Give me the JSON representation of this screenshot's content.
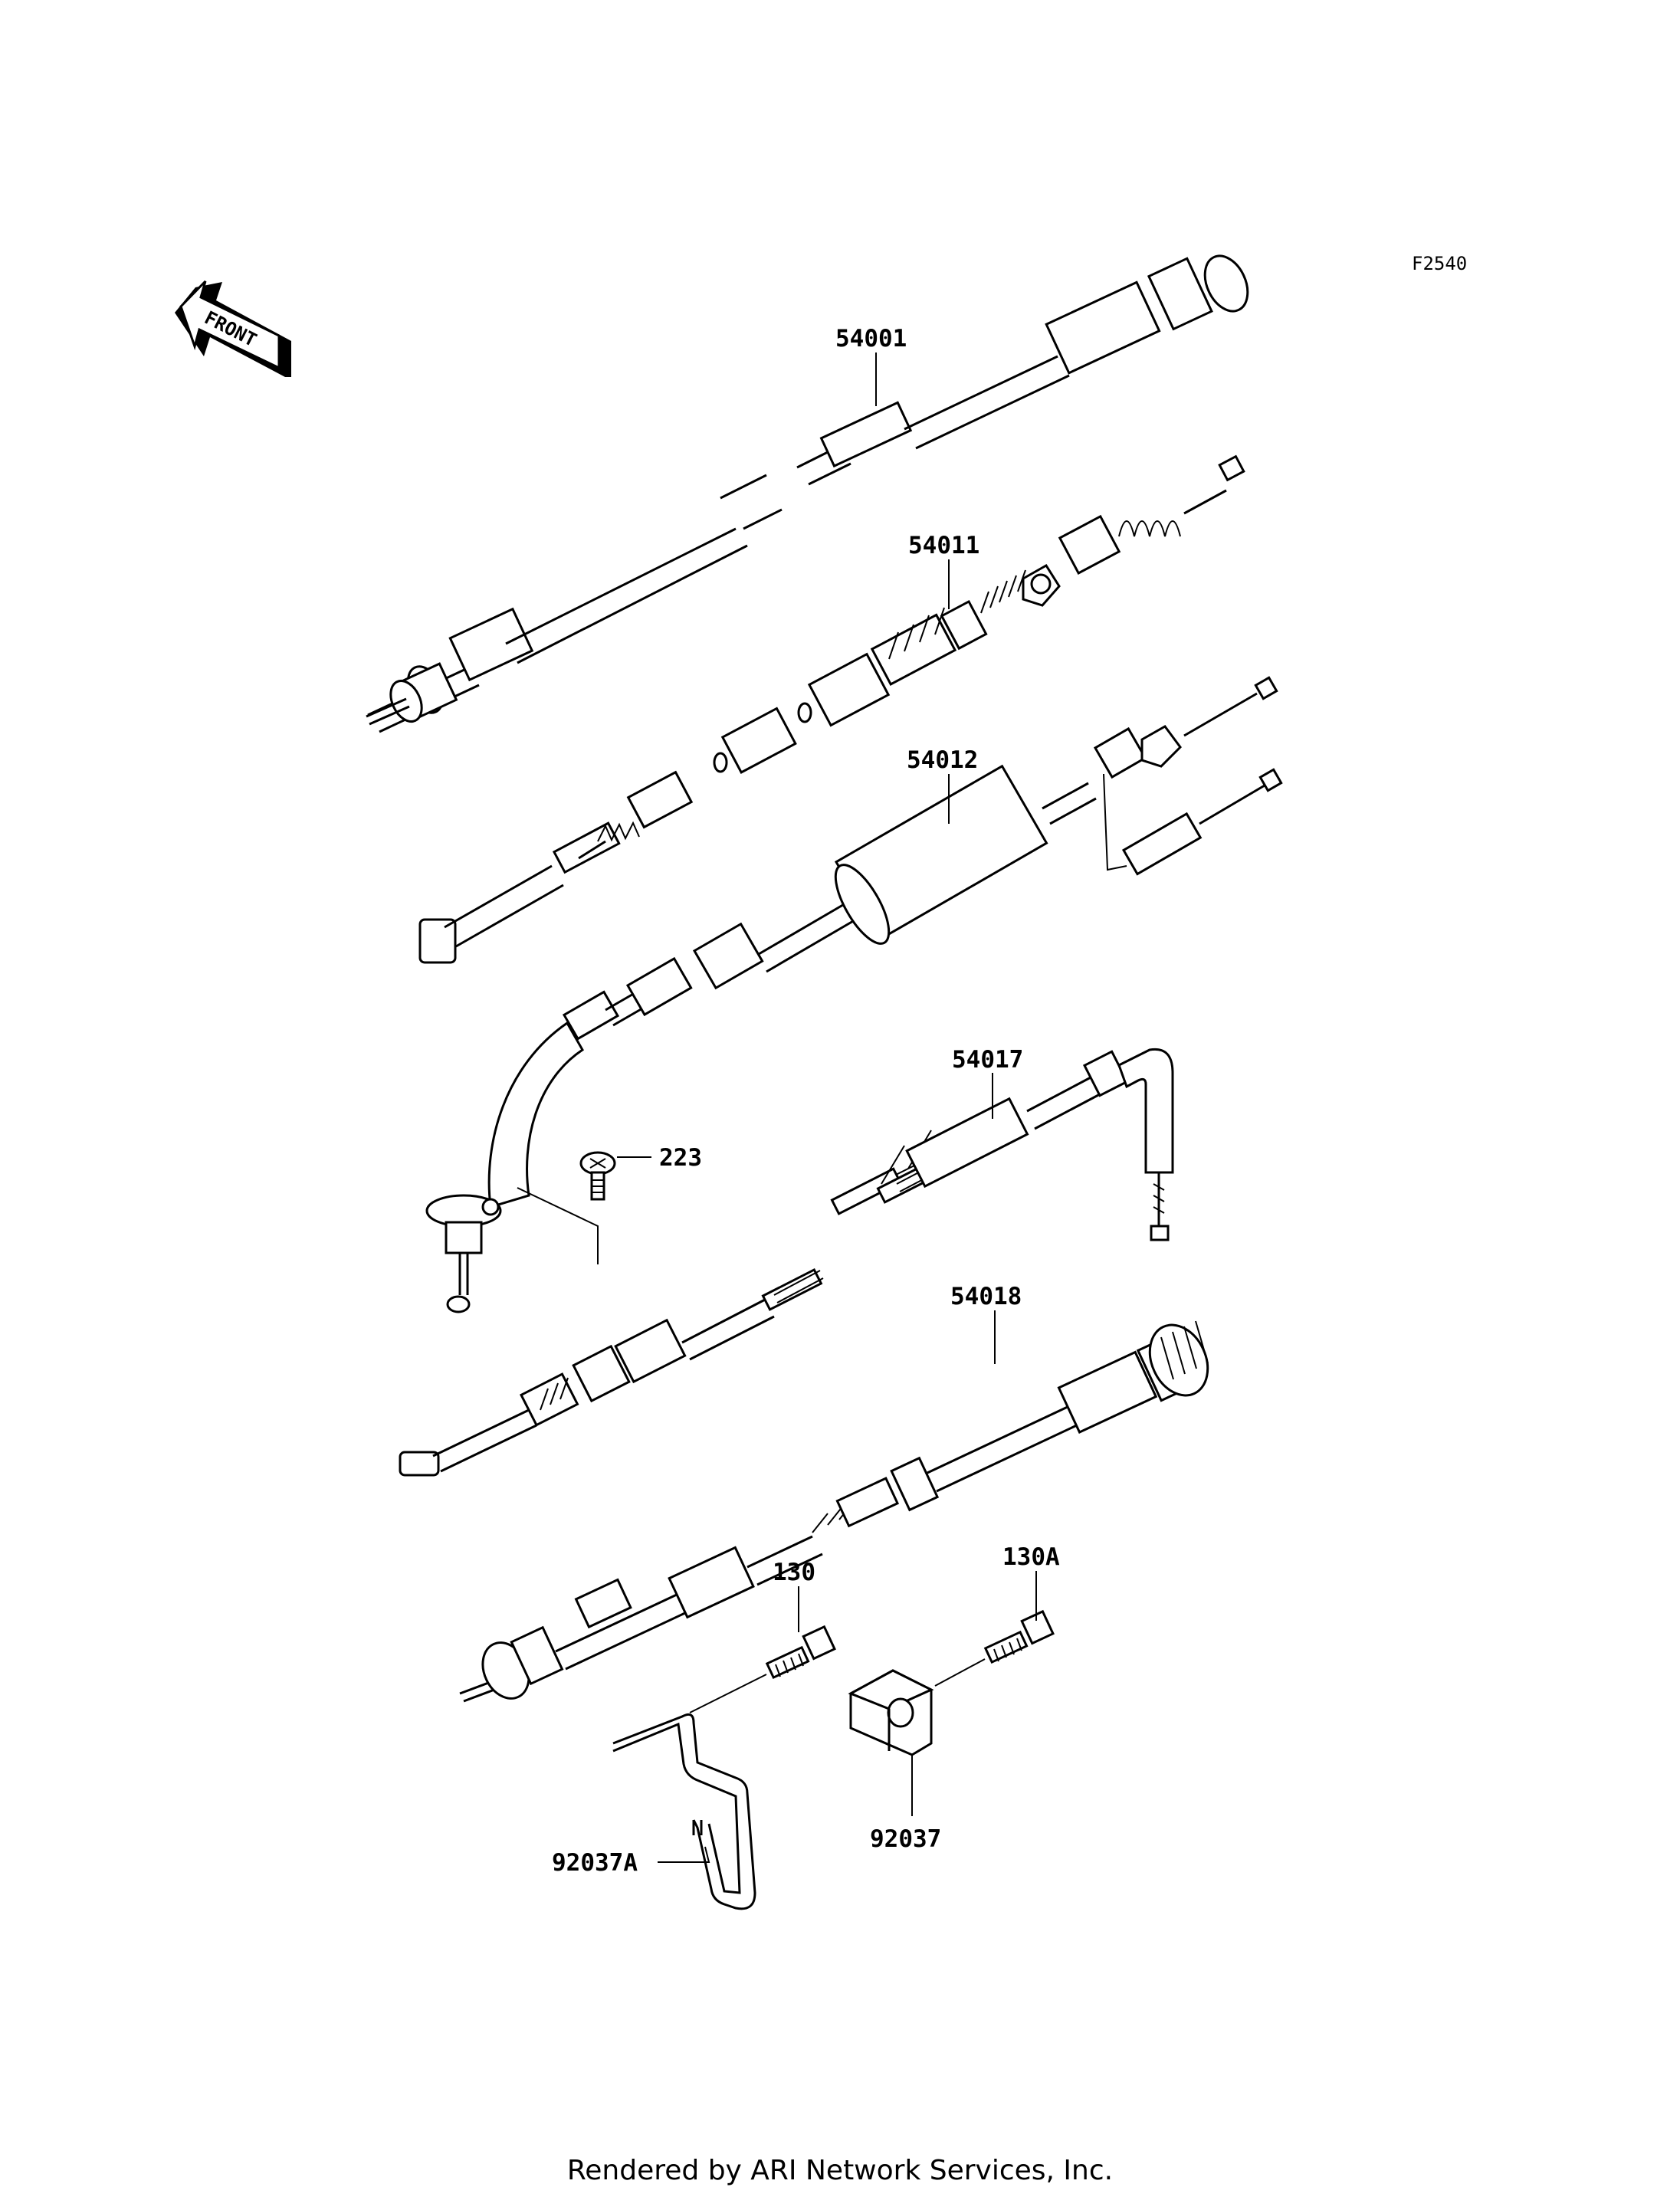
{
  "diagram_code": "F2540",
  "front_label": "FRONT",
  "footer": "Rendered by ARI Network Services, Inc.",
  "callouts": [
    {
      "id": "54001"
    },
    {
      "id": "54011"
    },
    {
      "id": "54012"
    },
    {
      "id": "54017"
    },
    {
      "id": "223"
    },
    {
      "id": "54018"
    },
    {
      "id": "130"
    },
    {
      "id": "130A"
    },
    {
      "id": "92037"
    },
    {
      "id": "92037A"
    }
  ]
}
